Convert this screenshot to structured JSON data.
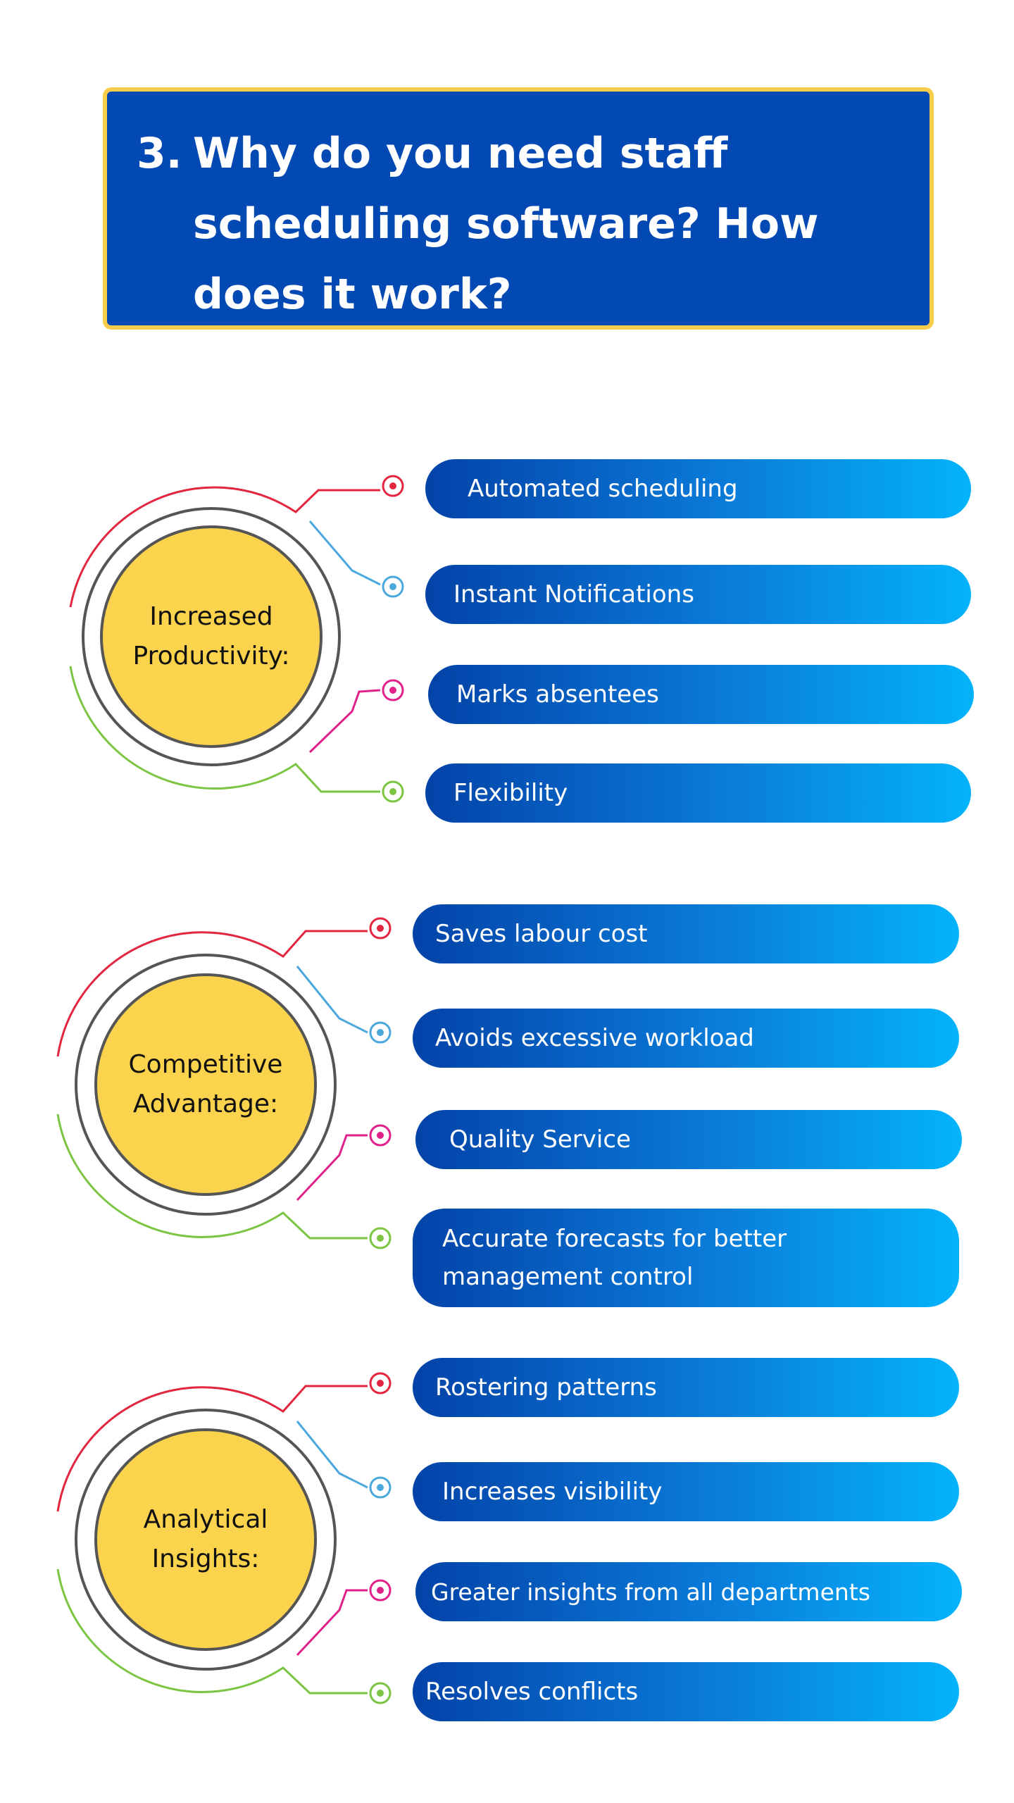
{
  "title": {
    "number": "3.",
    "text": "Why do you need staff\nscheduling software? How\ndoes it work?"
  },
  "colors": {
    "title_bg": "#0349b4",
    "title_border": "#f6cd4a",
    "circle_fill": "#fcd34d",
    "red": "#e3263f",
    "blue": "#4aa8dc",
    "magenta": "#e0218a",
    "green": "#7bc542",
    "pill_start": "#0343a8",
    "pill_end": "#04b3fc"
  },
  "sections": [
    {
      "label": "Increased\nProductivity:",
      "items": [
        "Automated scheduling",
        "Instant Notifications",
        "Marks absentees",
        "Flexibility"
      ]
    },
    {
      "label": "Competitive\nAdvantage:",
      "items": [
        "Saves labour cost",
        "Avoids excessive workload",
        "Quality Service",
        "Accurate forecasts for better\nmanagement control"
      ]
    },
    {
      "label": "Analytical\nInsights:",
      "items": [
        "Rostering patterns",
        "Increases visibility",
        "Greater insights from all departments",
        "Resolves conflicts"
      ]
    }
  ]
}
